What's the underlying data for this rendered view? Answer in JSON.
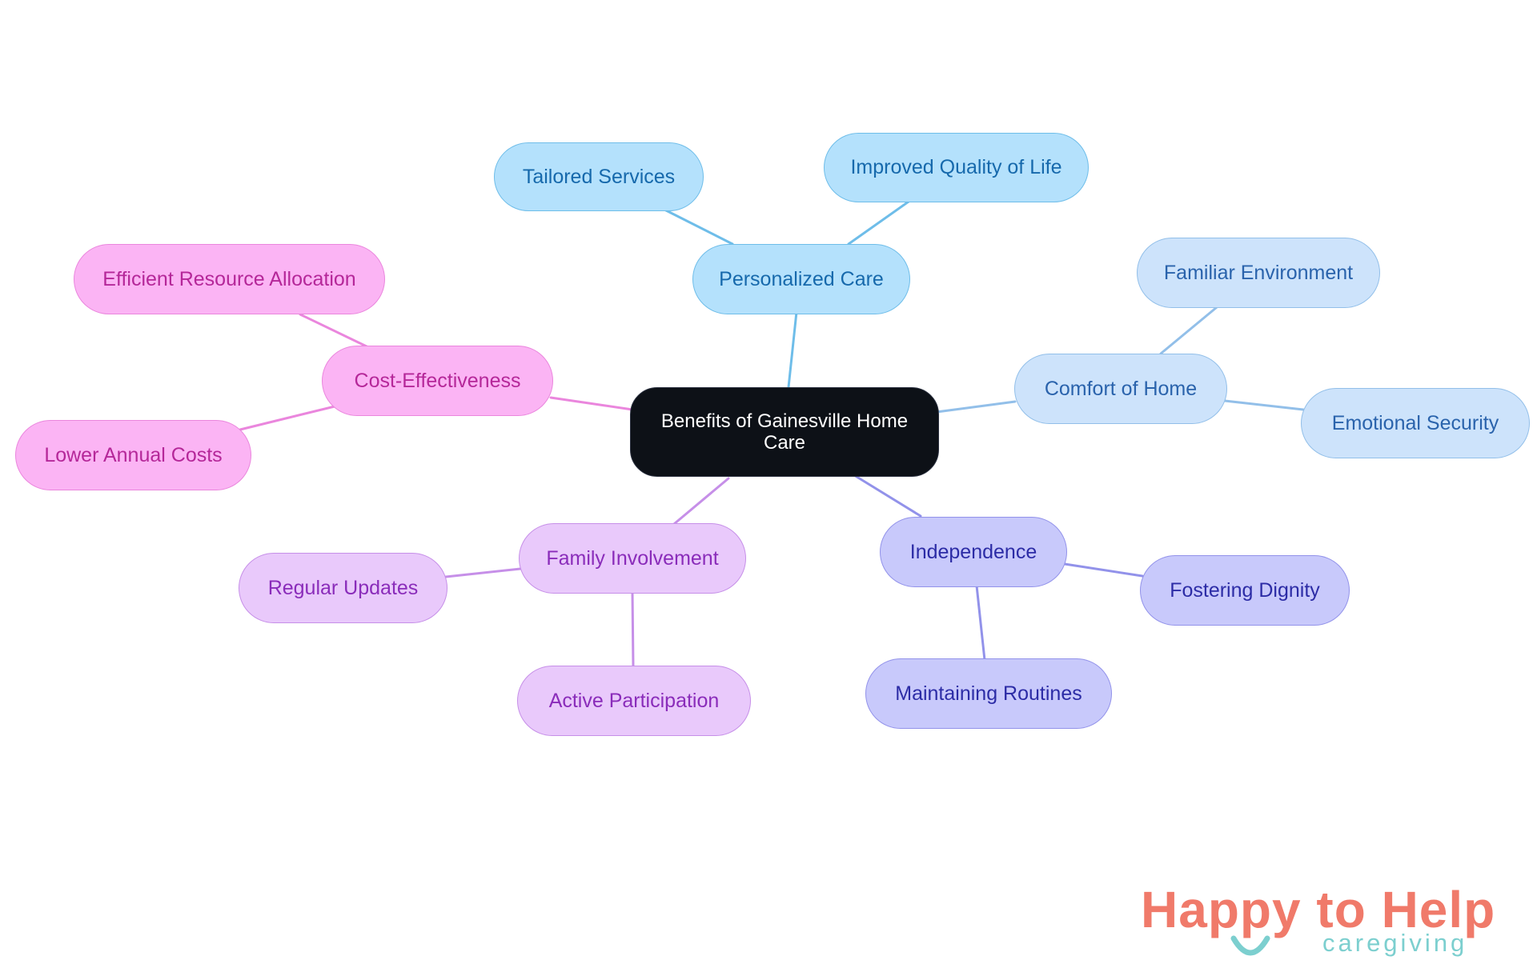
{
  "root": {
    "label": "Benefits of Gainesville Home Care"
  },
  "branches": {
    "personalized_care": {
      "label": "Personalized Care",
      "children": [
        "Tailored Services",
        "Improved Quality of Life"
      ]
    },
    "comfort_of_home": {
      "label": "Comfort of Home",
      "children": [
        "Familiar Environment",
        "Emotional Security"
      ]
    },
    "independence": {
      "label": "Independence",
      "children": [
        "Fostering Dignity",
        "Maintaining Routines"
      ]
    },
    "family_involvement": {
      "label": "Family Involvement",
      "children": [
        "Regular Updates",
        "Active Participation"
      ]
    },
    "cost_effectiveness": {
      "label": "Cost-Effectiveness",
      "children": [
        "Efficient Resource Allocation",
        "Lower Annual Costs"
      ]
    }
  },
  "logo": {
    "brand": "Happy to Help",
    "sub": "caregiving"
  },
  "colors": {
    "personalized_care_edge": "#6ebde9",
    "comfort_of_home_edge": "#92bfe9",
    "independence_edge": "#9292ea",
    "family_involvement_edge": "#c68fe8",
    "cost_effectiveness_edge": "#ea86dd",
    "logo_primary": "#f07a6a",
    "logo_secondary": "#7ccfcf"
  }
}
